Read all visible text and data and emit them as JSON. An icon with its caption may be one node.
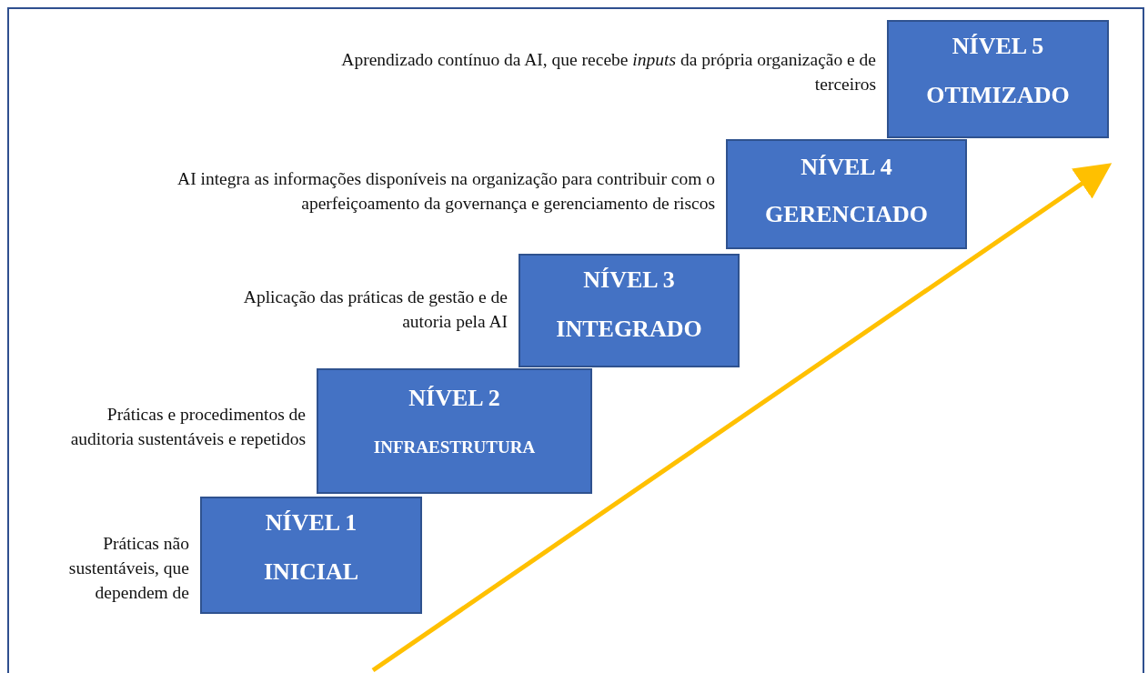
{
  "diagram": {
    "nodes": [
      {
        "text": [
          "NÍVEL 5",
          "OTIMIZADO"
        ],
        "beside": [
          "Aprendizado contínuo da AI, que recebe *inputs* da própria organização e de terceiros"
        ]
      },
      {
        "text": [
          "NÍVEL 4",
          "GERENCIADO"
        ],
        "beside": [
          "AI integra as informações disponíveis na organização para contribuir com o aperfeiçoamento da governança e gerenciamento de riscos"
        ]
      },
      {
        "text": [
          "NÍVEL 3",
          "INTEGRADO"
        ],
        "beside": [
          "Aplicação das práticas de gestão e de autoria pela AI"
        ]
      },
      {
        "text": [
          "NÍVEL 2",
          "INFRAESTRUTURA"
        ],
        "beside": [
          "Práticas e procedimentos de auditoria sustentáveis e repetidos"
        ]
      },
      {
        "text": [
          "NÍVEL 1",
          "INICIAL"
        ],
        "beside": [
          "Práticas não sustentáveis, que dependem de"
        ]
      }
    ],
    "edges": []
  }
}
